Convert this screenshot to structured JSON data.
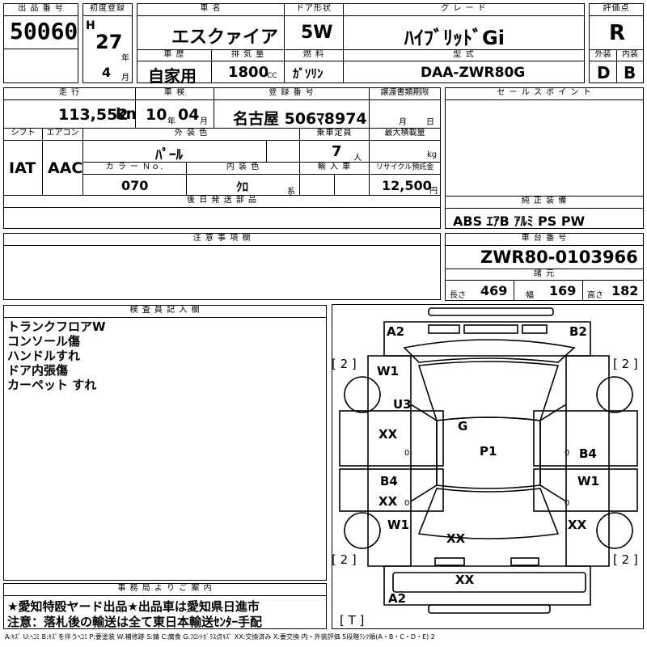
{
  "header": {
    "lot_no_label": "出 品 番 号",
    "lot_no": "50060",
    "first_reg_label": "初度登録",
    "era": "H",
    "year": "27",
    "year_unit": "年",
    "month": "4",
    "month_unit": "月",
    "car_name_label": "車 名",
    "car_name": "エスクァイア",
    "history_label": "車 歴",
    "history": "自家用",
    "displacement_label": "排 気 量",
    "displacement": "1800",
    "displacement_unit": "CC",
    "door_label": "ドア形状",
    "door": "5W",
    "fuel_label": "燃 料",
    "fuel": "ｶﾞｿﾘﾝ",
    "grade_label": "グ レ ー ド",
    "grade": "ﾊｲﾌﾞﾘｯﾄﾞGi",
    "model_label": "型 式",
    "model": "DAA-ZWR80G",
    "eval_label": "評価点",
    "eval": "R",
    "exterior_label": "外装",
    "exterior": "D",
    "interior_label": "内装",
    "interior": "B"
  },
  "row2": {
    "mileage_label": "走 行",
    "mileage": "113,552",
    "mileage_unit": "km",
    "inspection_label": "車 検",
    "inspection_year": "10",
    "inspection_year_unit": "年",
    "inspection_month": "04",
    "inspection_month_unit": "月",
    "reg_label": "登 録 番 号",
    "reg_no": "名古屋 506ﾏ8974",
    "transfer_label": "譲渡書類期限",
    "transfer_month_unit": "月",
    "transfer_day_unit": "日",
    "shift_label": "シフト",
    "shift": "IAT",
    "ac_label": "エアコン",
    "ac": "AAC",
    "exterior_color_label": "外 装 色",
    "exterior_color": "ﾊﾟｰﾙ",
    "capacity_label": "乗車定員",
    "capacity": "7",
    "capacity_unit": "人",
    "max_load_label": "最大積載量",
    "max_load_unit": "kg",
    "color_no_label": "カ ラ ー Ｎｏ.",
    "color_no": "070",
    "interior_color_label": "内 装 色",
    "interior_color": "ｸﾛ",
    "interior_color_unit": "系",
    "import_label": "輸 入 車",
    "recycle_label": "リサイクル預託金",
    "recycle": "12,500",
    "recycle_unit": "円",
    "sales_point_label": "セ ー ル ス ポ イ ン ト",
    "later_parts_label": "後 日 発 送 部 品",
    "equipment_label": "純 正 装 備",
    "equipment": "ABS ｴｱB ｱﾙﾐ PS PW"
  },
  "caution": {
    "caution_label": "注 意 事 項 欄",
    "chassis_label": "車 台 番 号",
    "chassis_no": "ZWR80-0103966",
    "spec_label": "諸 元",
    "length_label": "長さ",
    "length": "469",
    "width_label": "幅",
    "width": "169",
    "height_label": "高さ",
    "height": "182"
  },
  "inspector": {
    "label": "検 査 員 記 入 欄",
    "notes": [
      "トランクフロアW",
      "コンソール傷",
      "ハンドルすれ",
      "ドア内張傷",
      "カーペット すれ"
    ]
  },
  "office": {
    "label": "事 務 局 よ り ご 案 内",
    "line1": "★愛知特殴ヤード出品★出品車は愛知県日進市",
    "line2": "注意：落札後の輸送は全て東日本輸送ｾﾝﾀｰ手配"
  },
  "diagram": {
    "marks": {
      "a2_top": "A2",
      "b2_top": "B2",
      "tl": "[ 2 ]",
      "tr": "[ 2 ]",
      "bl": "[ 2 ]",
      "br": "[ 2 ]",
      "bottom_t": "[ T ]",
      "w1_a": "W1",
      "u3": "U3",
      "g": "G",
      "xx_a": "XX",
      "p1": "P1",
      "b4_right": "B4",
      "b4_left": "B4",
      "xx_b": "XX",
      "w1_b": "W1",
      "w1_c": "W1",
      "xx_c": "XX",
      "xx_d": "XX",
      "xx_e": "XX",
      "a2_bottom": "A2",
      "zero": "0"
    }
  },
  "legend": "A:ｷｽﾞ U:ﾍｺﾐ B:ｷｽﾞを伴うﾍｺﾐ P:要塗装 W:補修跡 S:錆 C:腐食 G:ﾌﾛﾝﾄｶﾞﾗｽ点ｷｽﾞ XX:交換済み X:要交換 内・外装評価 5段階ﾗﾝｸ順(A・B・C・D・E) 2"
}
